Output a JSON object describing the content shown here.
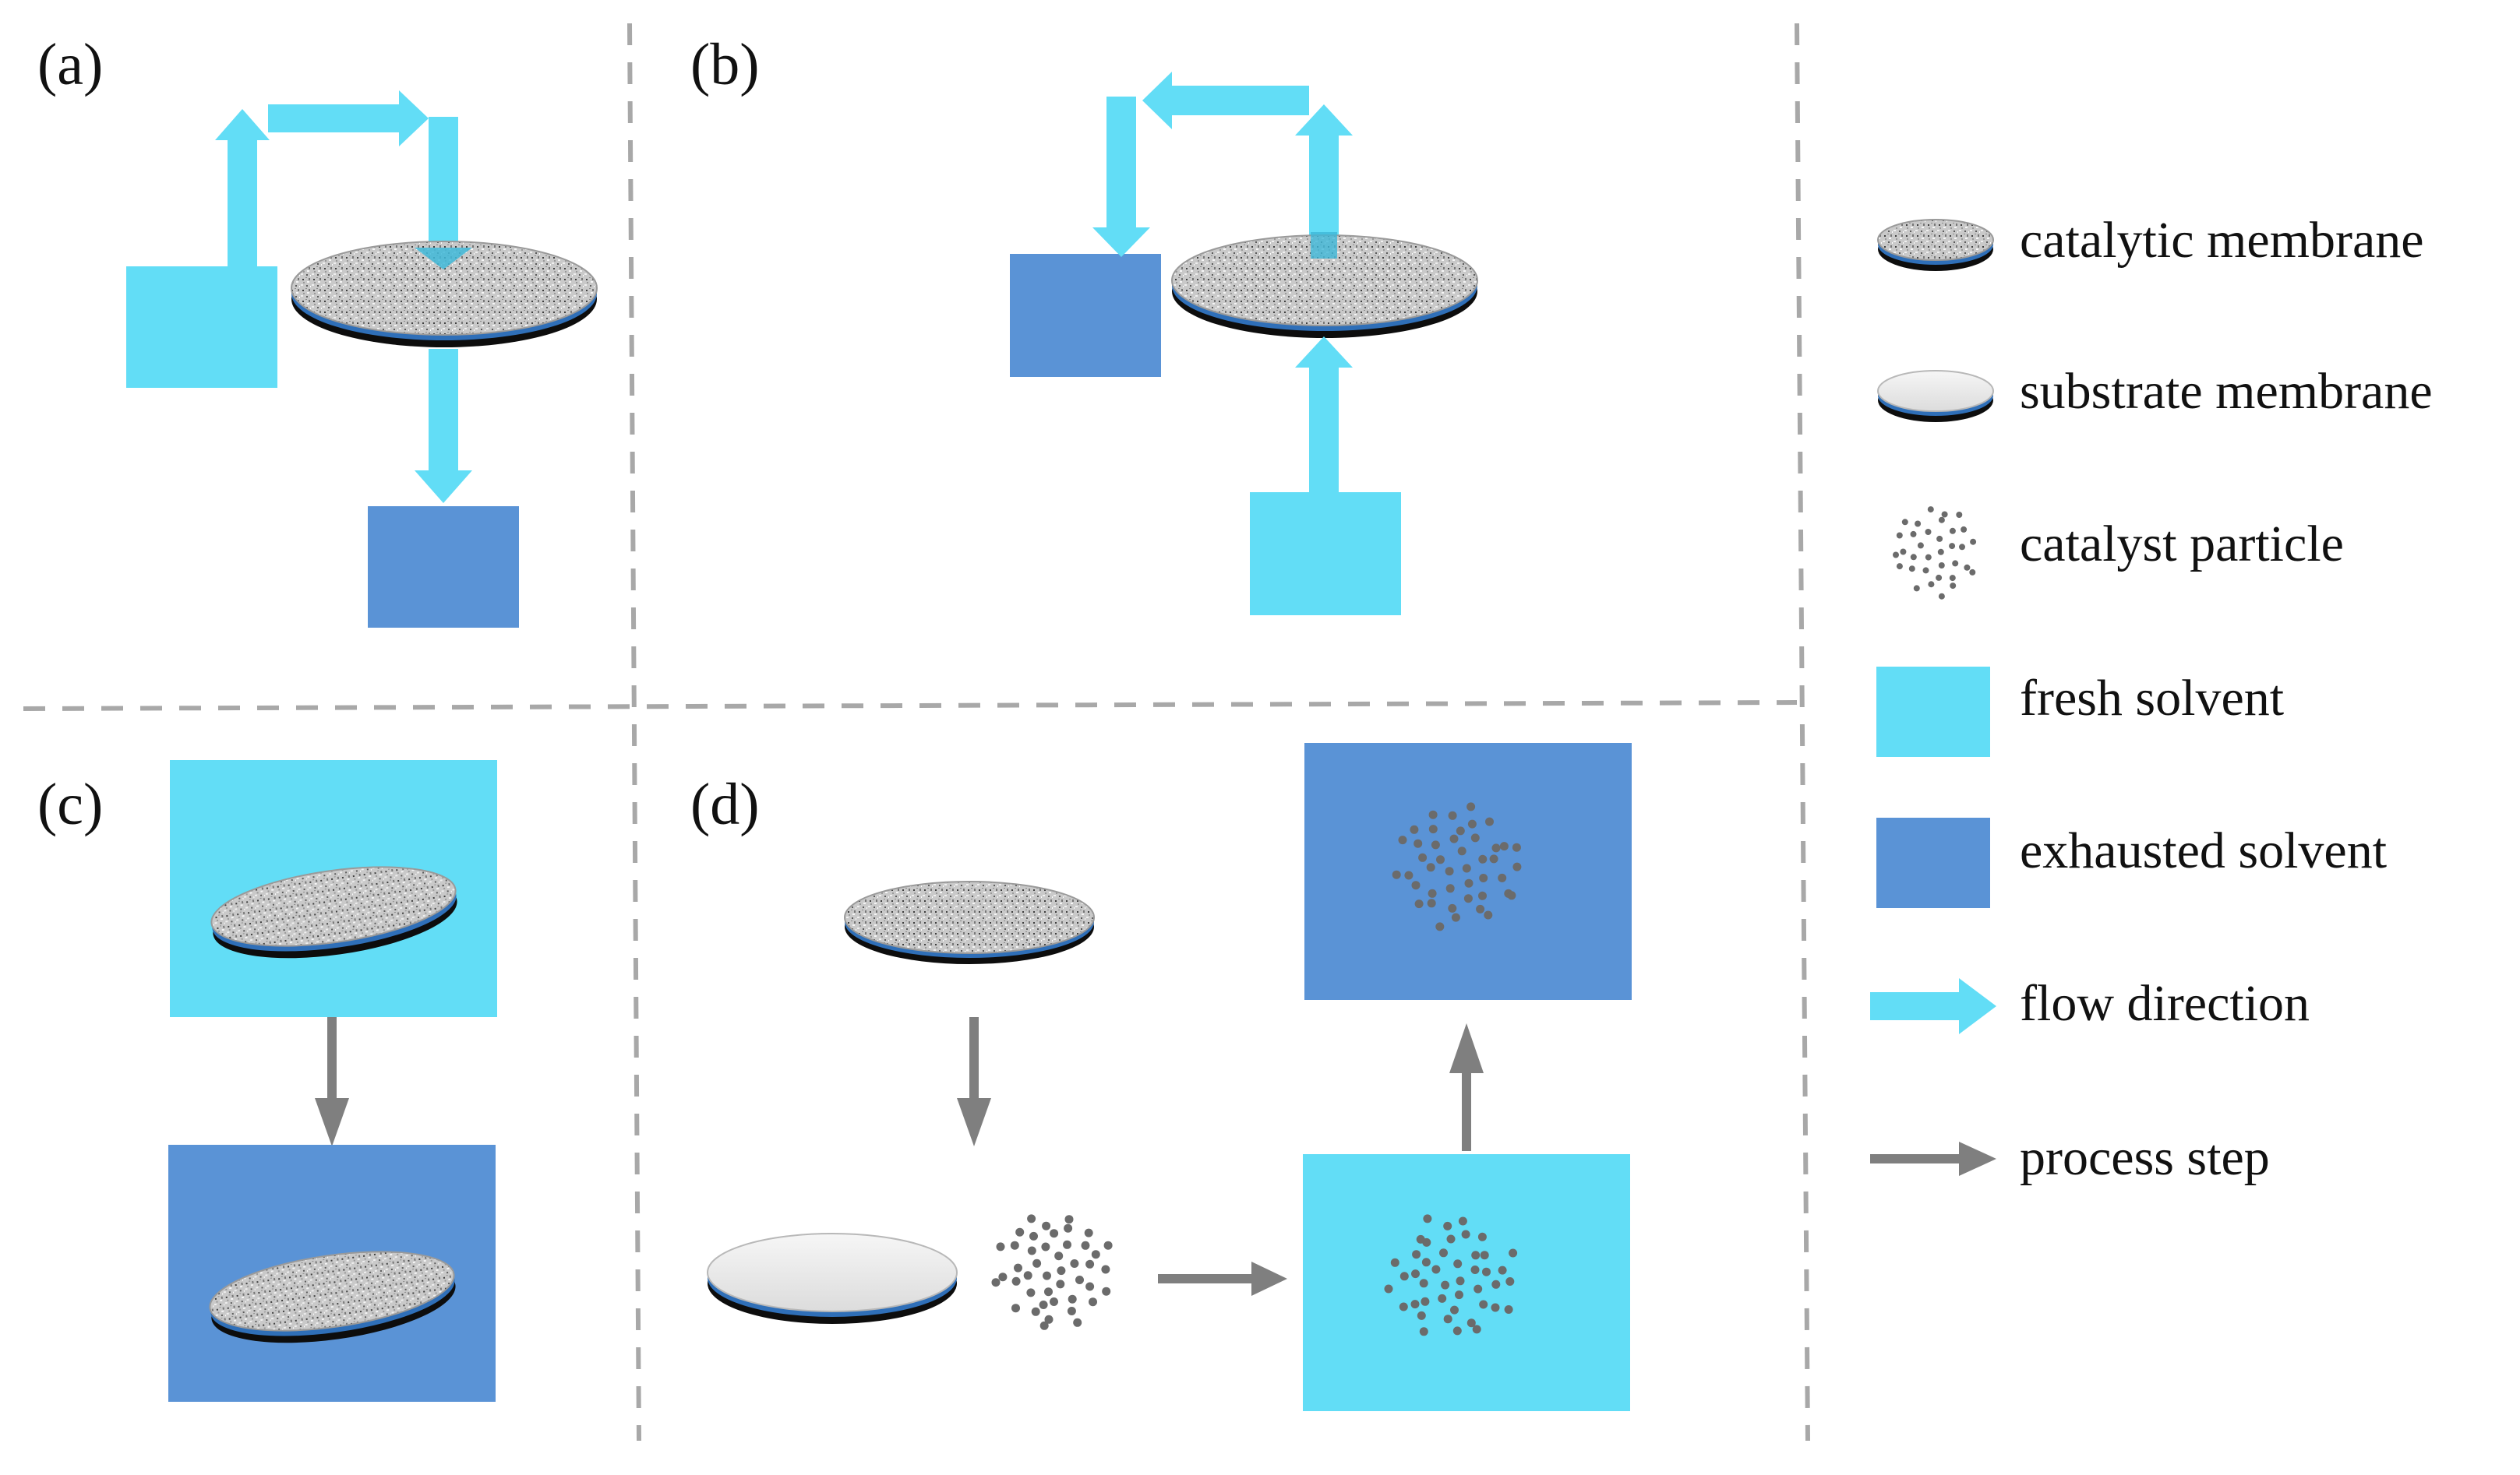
{
  "panels": {
    "a": {
      "label": "(a)"
    },
    "b": {
      "label": "(b)"
    },
    "c": {
      "label": "(c)"
    },
    "d": {
      "label": "(d)"
    }
  },
  "legend": {
    "catalytic_membrane": "catalytic membrane",
    "substrate_membrane": "substrate membrane",
    "catalyst_particle": "catalyst particle",
    "fresh_solvent": "fresh solvent",
    "exhausted_solvent": "exhausted solvent",
    "flow_direction": "flow direction",
    "process_step": "process step"
  },
  "colors": {
    "fresh_solvent": "#62DDF6",
    "exhausted_solvent": "#5A93D6",
    "process_arrow": "#7F7F7F",
    "divider": "#A8A8A8",
    "particle": "#6B6B6B",
    "membrane_edge": "#111111",
    "membrane_blue_line": "#3a7fd0"
  }
}
